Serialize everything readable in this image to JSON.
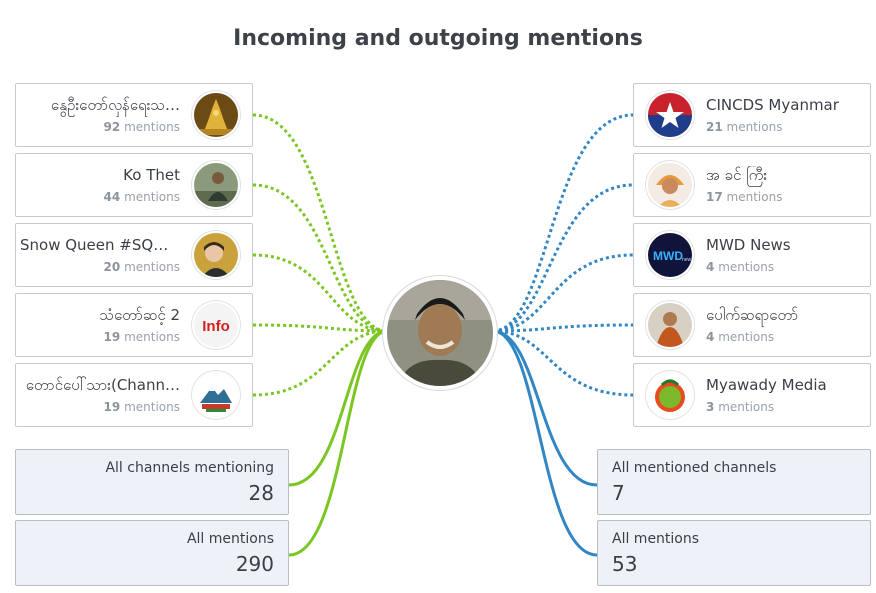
{
  "title": "Incoming and outgoing mentions",
  "incoming": [
    {
      "name": "နွေဦးတော်လှန်ရေးသ…",
      "count": "92",
      "avatar_icon": "golden-pagoda-icon"
    },
    {
      "name": "Ko Thet",
      "count": "44",
      "avatar_icon": "person-photo-icon"
    },
    {
      "name": "Snow Queen #SQ🇲🇲…",
      "count": "20",
      "avatar_icon": "person-photo-icon"
    },
    {
      "name": "သံတော်ဆင့် 2",
      "count": "19",
      "avatar_icon": "info-logo-icon"
    },
    {
      "name": "တောင်ပေါ်သား(Chann…",
      "count": "19",
      "avatar_icon": "mountain-logo-icon"
    }
  ],
  "outgoing": [
    {
      "name": "CINCDS Myanmar",
      "count": "21",
      "avatar_icon": "star-flag-icon"
    },
    {
      "name": "အ ခင် ကြီး",
      "count": "17",
      "avatar_icon": "person-photo-icon"
    },
    {
      "name": "MWD News",
      "count": "4",
      "avatar_icon": "mwd-logo-icon"
    },
    {
      "name": "ပေါက်ဆရာတော်",
      "count": "4",
      "avatar_icon": "monk-photo-icon"
    },
    {
      "name": "Myawady Media",
      "count": "3",
      "avatar_icon": "myawady-logo-icon"
    }
  ],
  "mentions_word": "mentions",
  "totals": {
    "channels_mentioning_label": "All channels mentioning",
    "channels_mentioning_value": "28",
    "all_mentions_in_label": "All mentions",
    "all_mentions_in_value": "290",
    "mentioned_channels_label": "All mentioned channels",
    "mentioned_channels_value": "7",
    "all_mentions_out_label": "All mentions",
    "all_mentions_out_value": "53"
  },
  "colors": {
    "incoming": "#7cc623",
    "outgoing": "#3286c4",
    "card_border": "#c6cad1",
    "total_bg": "#eef1f8"
  },
  "center_avatar_icon": "person-photo-icon"
}
